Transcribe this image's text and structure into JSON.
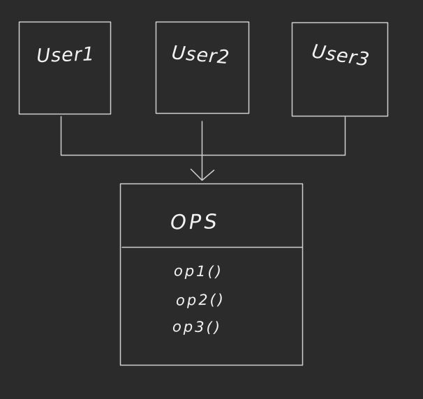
{
  "canvas": {
    "background_color": "#2b2b2b",
    "stroke_color": "#cfcfcf",
    "text_color": "#f2f2f2"
  },
  "diagram": {
    "actors": [
      {
        "label": "User1"
      },
      {
        "label": "User2"
      },
      {
        "label": "User3"
      }
    ],
    "connector": {
      "type": "merged-arrow",
      "from": [
        "User1",
        "User2",
        "User3"
      ],
      "to": "OPS"
    },
    "class_box": {
      "title": "OPS",
      "methods": [
        {
          "label": "op1()"
        },
        {
          "label": "op2()"
        },
        {
          "label": "op3()"
        }
      ]
    }
  }
}
